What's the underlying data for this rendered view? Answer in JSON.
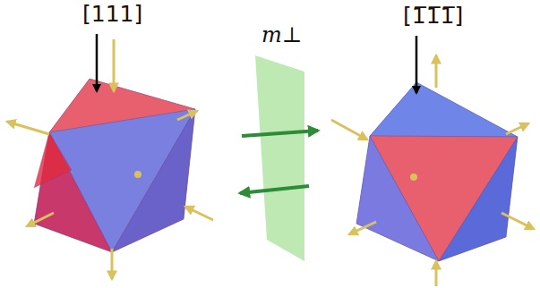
{
  "diagram": {
    "labels": [
      "[111]",
      "m⊥",
      "[1̅1̅1̅]"
    ]
  }
}
